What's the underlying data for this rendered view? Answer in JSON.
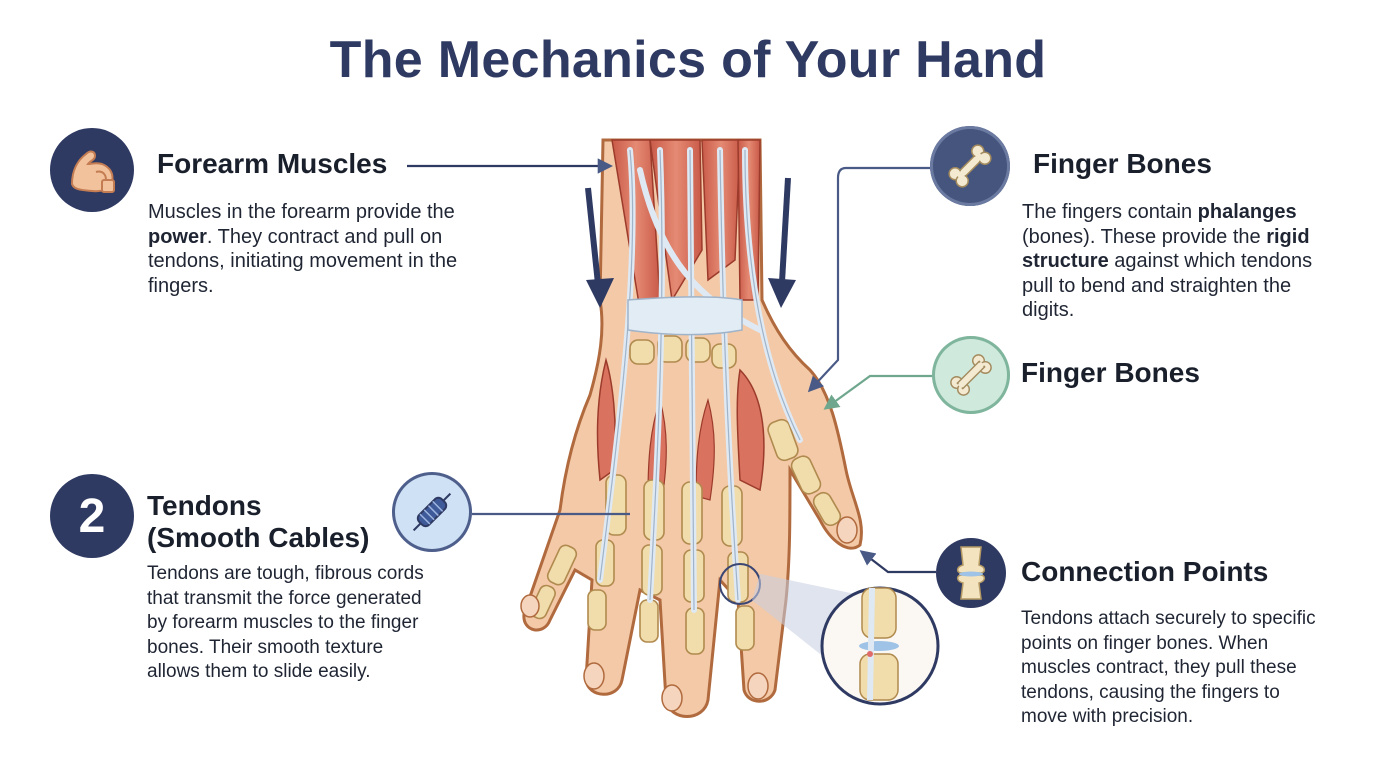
{
  "title": "The Mechanics of Your Hand",
  "forearm": {
    "icon": "flexed-arm-icon",
    "heading": "Forearm Muscles",
    "body_pre": "Muscles in the forearm provide the ",
    "body_bold": "power",
    "body_post": ". They contract and pull on tendons, initiating movement in the fingers."
  },
  "finger_bones_1": {
    "icon": "bone-icon",
    "heading": "Finger Bones",
    "body_pre": "The fingers contain ",
    "body_bold1": "phalanges",
    "body_mid": " (bones). These provide the ",
    "body_bold2": "rigid structure",
    "body_post": " against which tendons pull to bend and straighten the digits."
  },
  "finger_bones_2": {
    "icon": "bone-icon",
    "heading": "Finger Bones"
  },
  "tendons": {
    "number": "2",
    "icon": "cable-icon",
    "heading_line1": "Tendons",
    "heading_line2": "(Smooth Cables)",
    "body": "Tendons are tough, fibrous cords that transmit the force generated by forearm muscles to the finger bones. Their smooth texture allows them to slide easily."
  },
  "connection": {
    "icon": "joint-icon",
    "heading": "Connection Points",
    "body": "Tendons attach securely to specific points on finger bones. When muscles contract, they pull these tendons, causing the fingers to move with precision."
  },
  "colors": {
    "title": "#2f3a63",
    "navy": "#2f3a63",
    "muscle": "#d9735f",
    "tendon": "#dfe9f3",
    "bone": "#f1dcab",
    "skin": "#f3c8a6"
  }
}
